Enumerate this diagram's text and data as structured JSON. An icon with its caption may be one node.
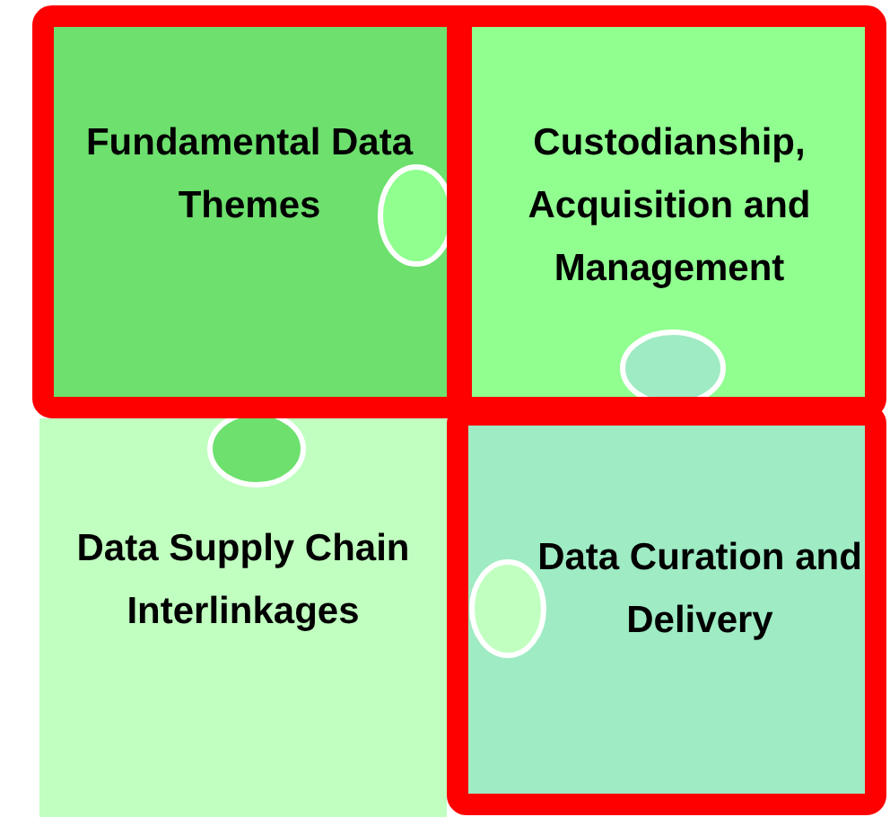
{
  "diagram": {
    "nodes": [
      {
        "text": [
          "Fundamental Data Themes"
        ]
      },
      {
        "text": [
          "Custodianship, Acquisition and Management"
        ]
      },
      {
        "text": [
          "Data Supply Chain Interlinkages"
        ]
      },
      {
        "text": [
          "Data Curation and Delivery"
        ]
      }
    ]
  }
}
